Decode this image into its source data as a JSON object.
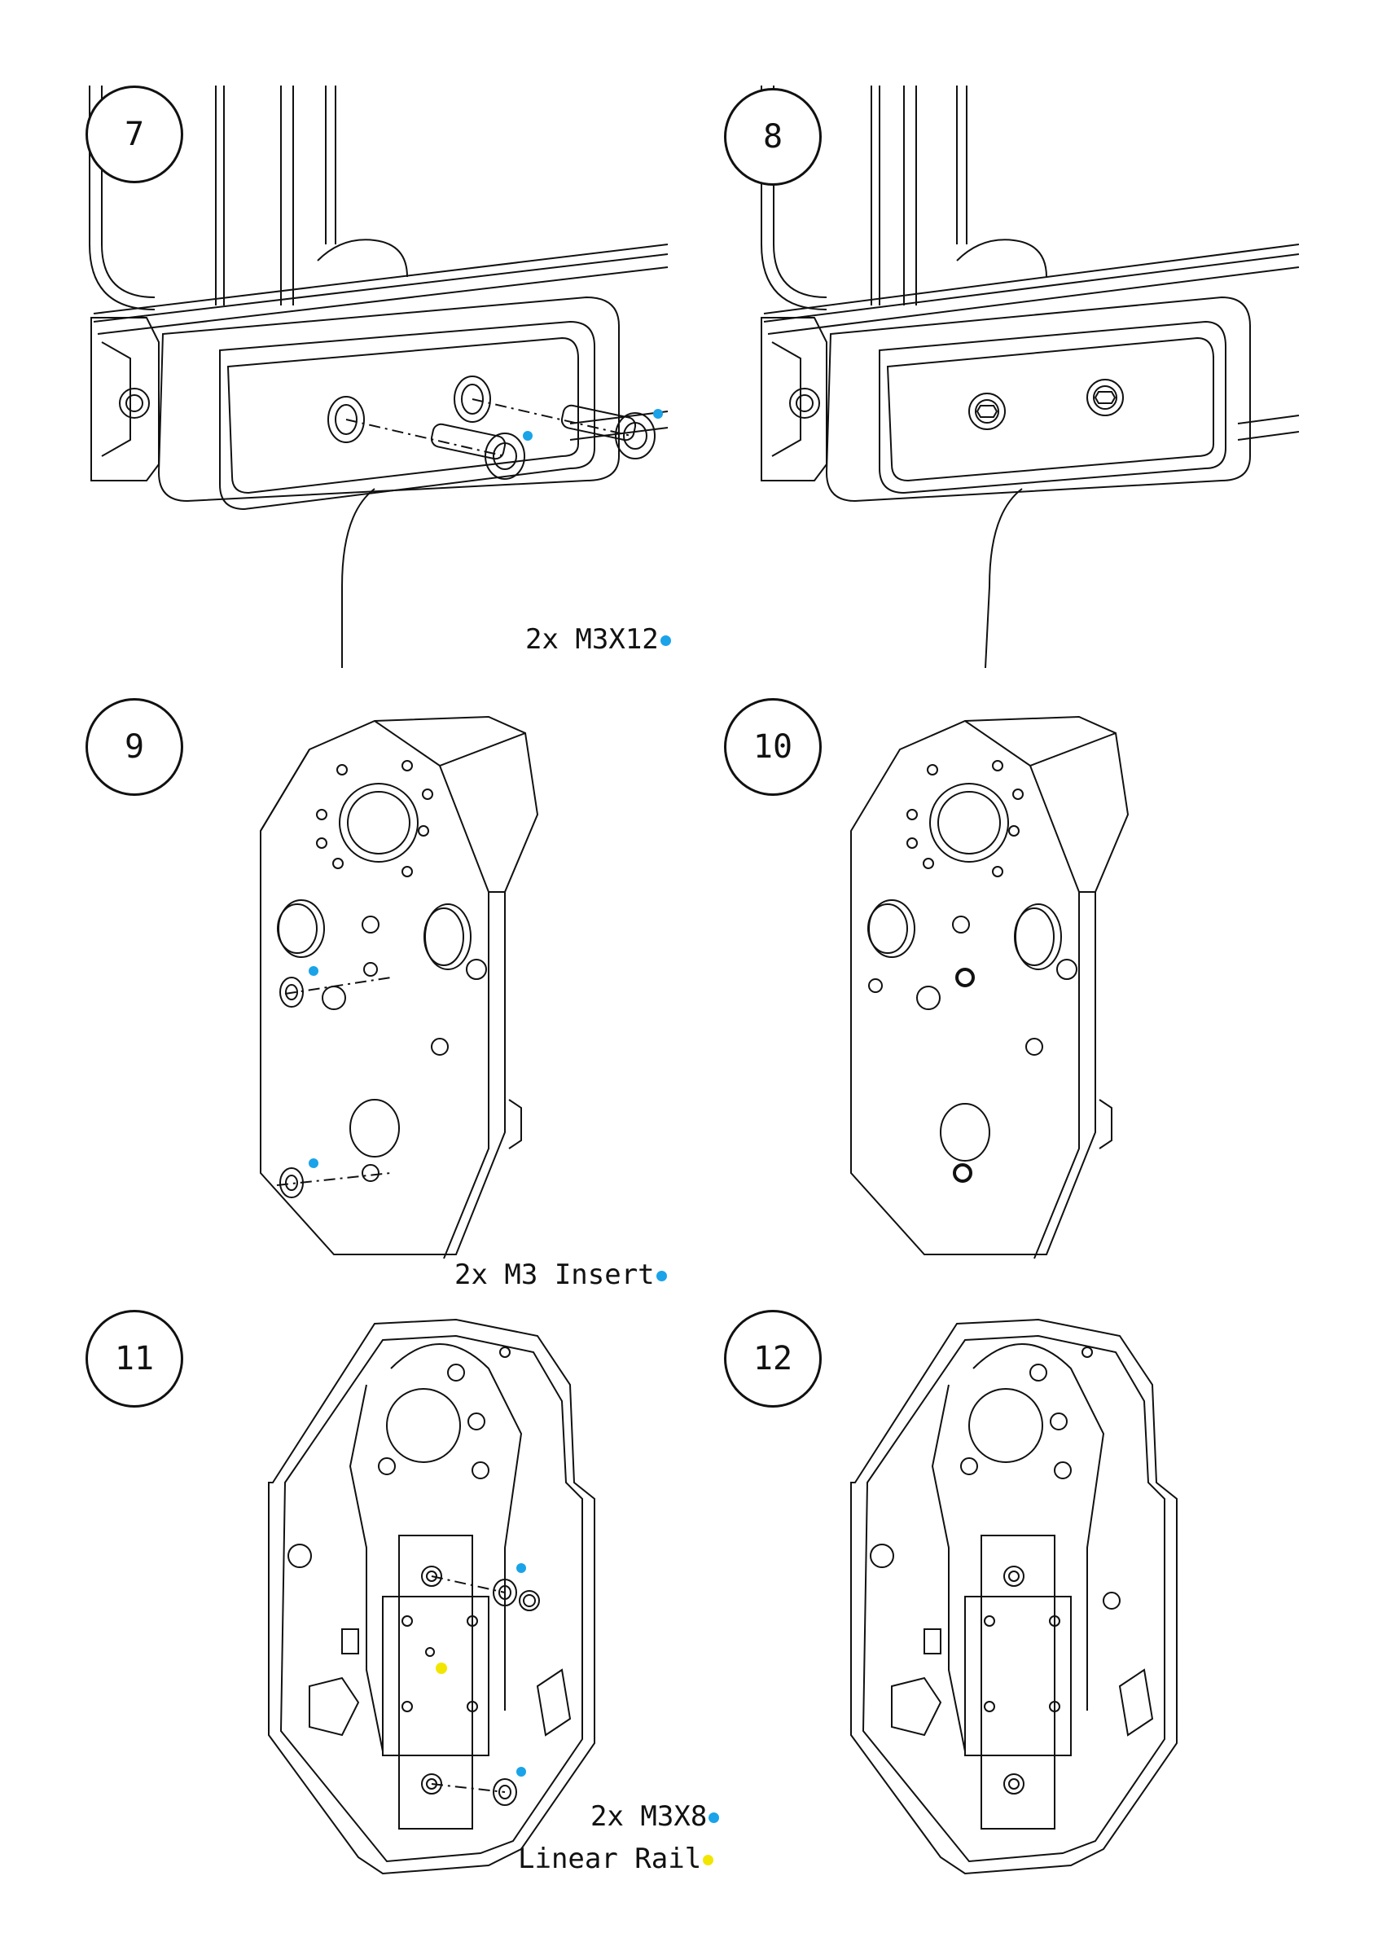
{
  "steps": [
    {
      "number": "7"
    },
    {
      "number": "8"
    },
    {
      "number": "9"
    },
    {
      "number": "10"
    },
    {
      "number": "11"
    },
    {
      "number": "12"
    }
  ],
  "callouts": {
    "m3x12": {
      "text": "2x M3X12",
      "color": "#1AA3E8"
    },
    "m3_insert": {
      "text": "2x M3 Insert",
      "color": "#1AA3E8"
    },
    "m3x8": {
      "text": "2x M3X8",
      "color": "#1AA3E8"
    },
    "linear_rail": {
      "text": "Linear Rail",
      "color": "#F2E600"
    }
  },
  "colors": {
    "line": "#111111",
    "screw_marker": "#1AA3E8",
    "rail_marker": "#F2E600"
  }
}
